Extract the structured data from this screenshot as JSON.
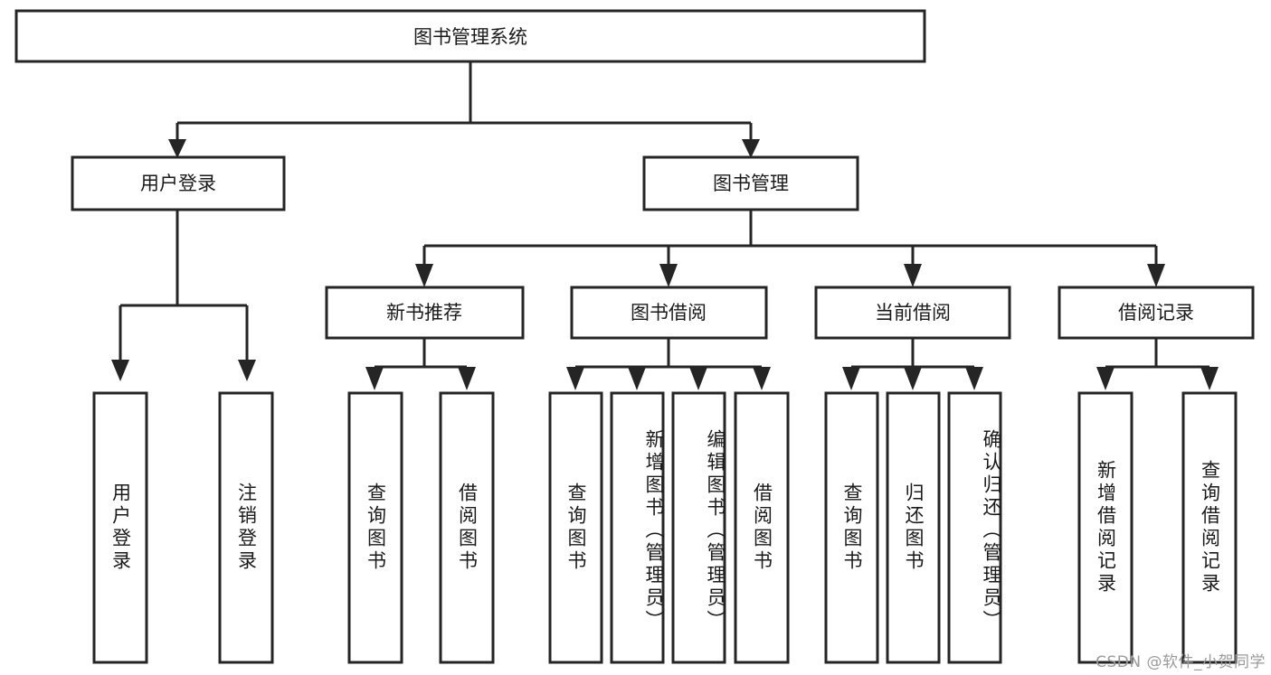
{
  "diagram": {
    "type": "tree",
    "title": "图书管理系统",
    "watermark": "CSDN @软件_小贺同学",
    "colors": {
      "stroke": "#252525",
      "fill": "#ffffff",
      "text": "#1a1a1a",
      "watermark": "#9a9a9a"
    },
    "root": {
      "label": "图书管理系统"
    },
    "level2": [
      {
        "label": "用户登录"
      },
      {
        "label": "图书管理"
      }
    ],
    "level3": [
      {
        "label": "新书推荐"
      },
      {
        "label": "图书借阅"
      },
      {
        "label": "当前借阅"
      },
      {
        "label": "借阅记录"
      }
    ],
    "leaves": {
      "user_login": [
        {
          "label": "用户登录"
        },
        {
          "label": "注销登录"
        }
      ],
      "new_book": [
        {
          "label": "查询图书"
        },
        {
          "label": "借阅图书"
        }
      ],
      "book_borrow": [
        {
          "label": "查询图书"
        },
        {
          "label": "新增图书（管理员）"
        },
        {
          "label": "编辑图书（管理员）"
        },
        {
          "label": "借阅图书"
        }
      ],
      "current_borrow": [
        {
          "label": "查询图书"
        },
        {
          "label": "归还图书"
        },
        {
          "label": "确认归还（管理员）"
        }
      ],
      "borrow_record": [
        {
          "label": "新增借阅记录"
        },
        {
          "label": "查询借阅记录"
        }
      ]
    }
  }
}
